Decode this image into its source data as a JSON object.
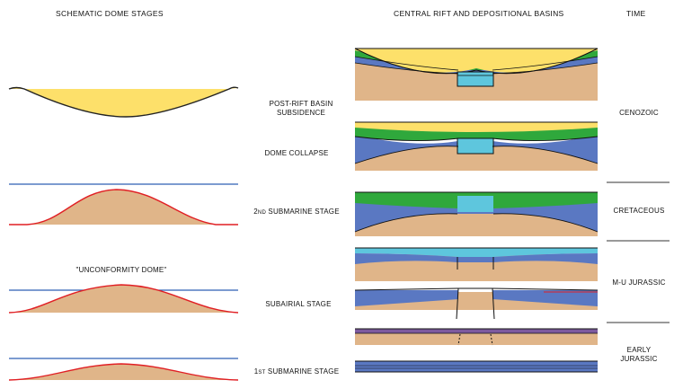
{
  "headers": {
    "left": "SCHEMATIC DOME STAGES",
    "center": "CENTRAL RIFT AND DEPOSITIONAL BASINS",
    "right": "TIME"
  },
  "stages": {
    "post_rift_line1": "POST-RIFT BASIN",
    "post_rift_line2": "SUBSIDENCE",
    "dome_collapse": "DOME COLLAPSE",
    "second_prefix": "2",
    "second_suffix": "ND",
    "second_rest": " SUBMARINE STAGE",
    "subairial": "SUBAIRIAL STAGE",
    "first_prefix": "1",
    "first_suffix": "ST",
    "first_rest": " SUBMARINE STAGE"
  },
  "annotations": {
    "unconformity_dome": "\"UNCONFORMITY DOME\""
  },
  "time": {
    "cenozoic": "CENOZOIC",
    "cretaceous": "CRETACEOUS",
    "m_u_jurassic": "M-U JURASSIC",
    "early_jurassic": "EARLY JURASSIC"
  },
  "colors": {
    "basement": "#e0b589",
    "yellow_fill": "#fde06a",
    "green_layer": "#2fa83c",
    "blue_layer": "#5a78c2",
    "cyan_fill": "#5ec6dd",
    "sea_line": "#2e5fb4",
    "dome_outline": "#e01f24",
    "purple_layer": "#7d5a9e"
  }
}
